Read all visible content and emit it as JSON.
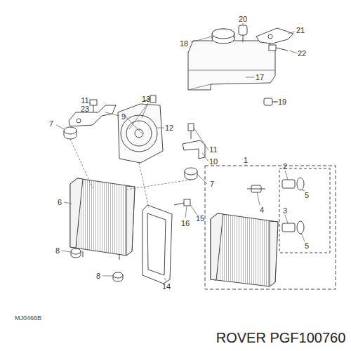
{
  "diagram": {
    "labels": [
      "20",
      "21",
      "18",
      "22",
      "17",
      "19",
      "11",
      "23",
      "13",
      "9",
      "7",
      "12",
      "11",
      "10",
      "7",
      "1",
      "2",
      "5",
      "4",
      "3",
      "5",
      "6",
      "16",
      "15",
      "8",
      "8",
      "14",
      "MJ0466B",
      "ROVER PGF100760"
    ]
  }
}
